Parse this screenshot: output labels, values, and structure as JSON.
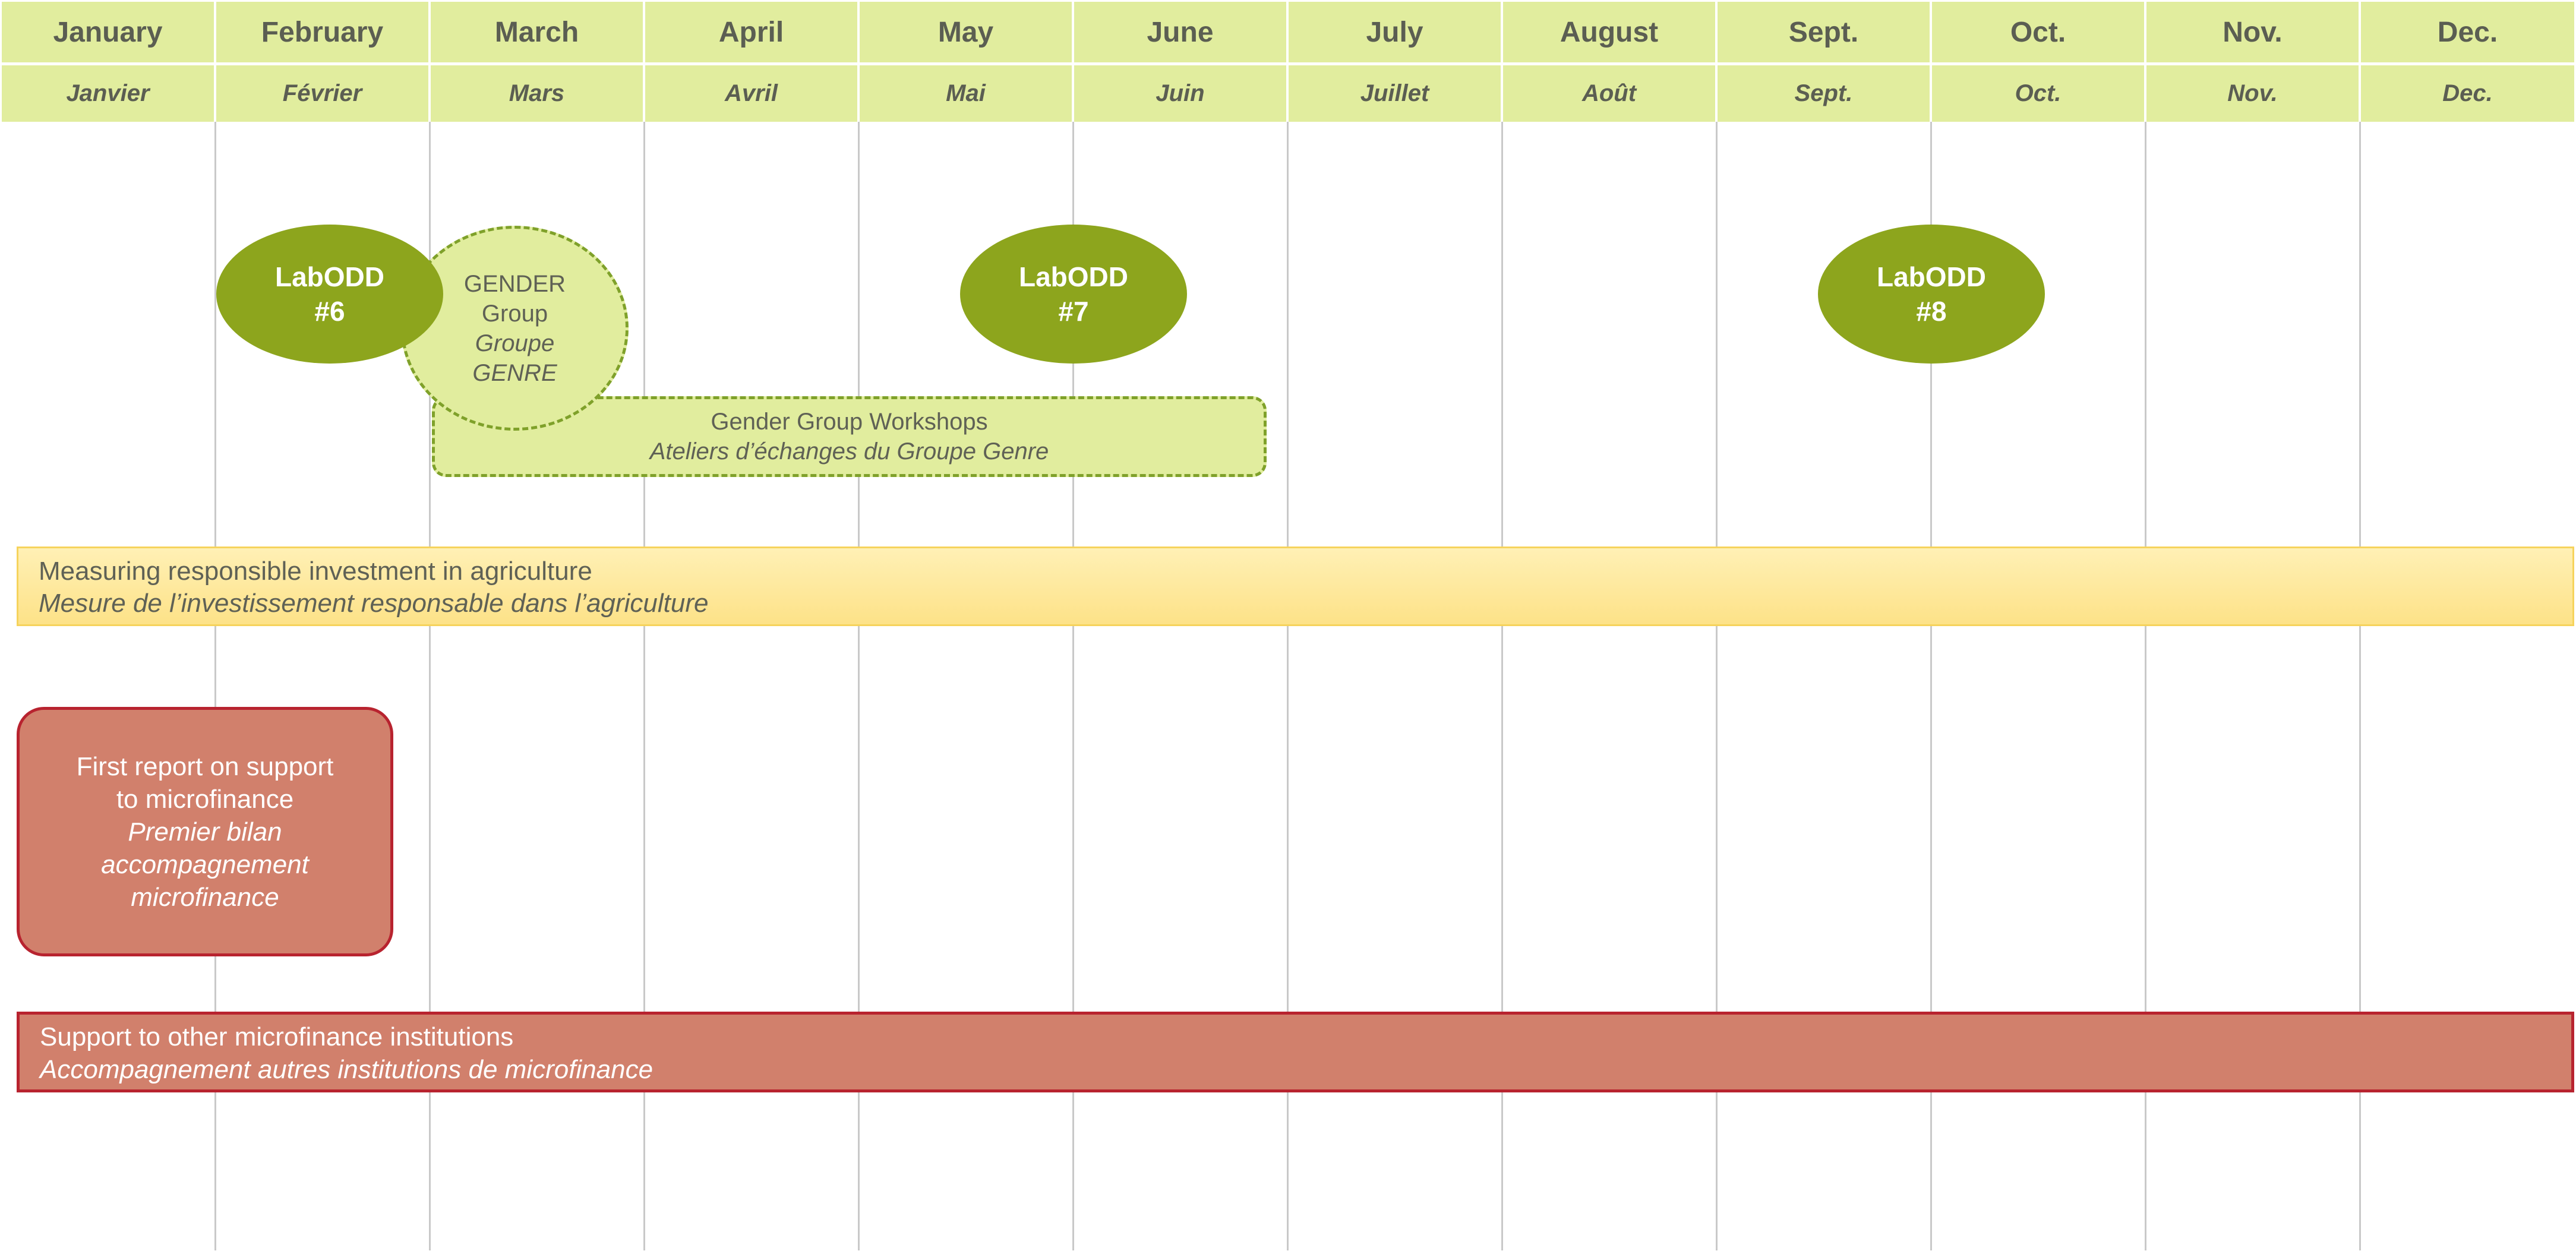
{
  "months": [
    {
      "en": "January",
      "fr": "Janvier"
    },
    {
      "en": "February",
      "fr": "Février"
    },
    {
      "en": "March",
      "fr": "Mars"
    },
    {
      "en": "April",
      "fr": "Avril"
    },
    {
      "en": "May",
      "fr": "Mai"
    },
    {
      "en": "June",
      "fr": "Juin"
    },
    {
      "en": "July",
      "fr": "Juillet"
    },
    {
      "en": "August",
      "fr": "Août"
    },
    {
      "en": "Sept.",
      "fr": "Sept."
    },
    {
      "en": "Oct.",
      "fr": "Oct."
    },
    {
      "en": "Nov.",
      "fr": "Nov."
    },
    {
      "en": "Dec.",
      "fr": "Dec."
    }
  ],
  "labodd": [
    {
      "line1": "LabODD",
      "line2": "#6"
    },
    {
      "line1": "LabODD",
      "line2": "#7"
    },
    {
      "line1": "LabODD",
      "line2": "#8"
    }
  ],
  "gender_group": {
    "line1": "GENDER",
    "line2": "Group",
    "line3": "Groupe",
    "line4": "GENRE"
  },
  "gender_workshops": {
    "en": "Gender Group Workshops",
    "fr": "Ateliers d’échanges du Groupe Genre"
  },
  "agriculture": {
    "en": "Measuring responsible investment in agriculture",
    "fr": "Mesure de l’investissement responsable dans l’agriculture"
  },
  "microfinance_report": {
    "en1": "First report on support",
    "en2": "to microfinance",
    "fr1": "Premier bilan",
    "fr2": "accompagnement",
    "fr3": "microfinance"
  },
  "microfinance_support": {
    "en": "Support to other microfinance institutions",
    "fr": "Accompagnement autres institutions de microfinance"
  },
  "colors": {
    "header_bg": "#e1ed9e",
    "header_text": "#5b5e52",
    "labodd": "#8da51d",
    "gender_border": "#7fa12a",
    "agriculture": "#fde288",
    "microfinance": "#d1806c",
    "microfinance_border": "#b8232f",
    "gridline": "#c9c9c9"
  }
}
